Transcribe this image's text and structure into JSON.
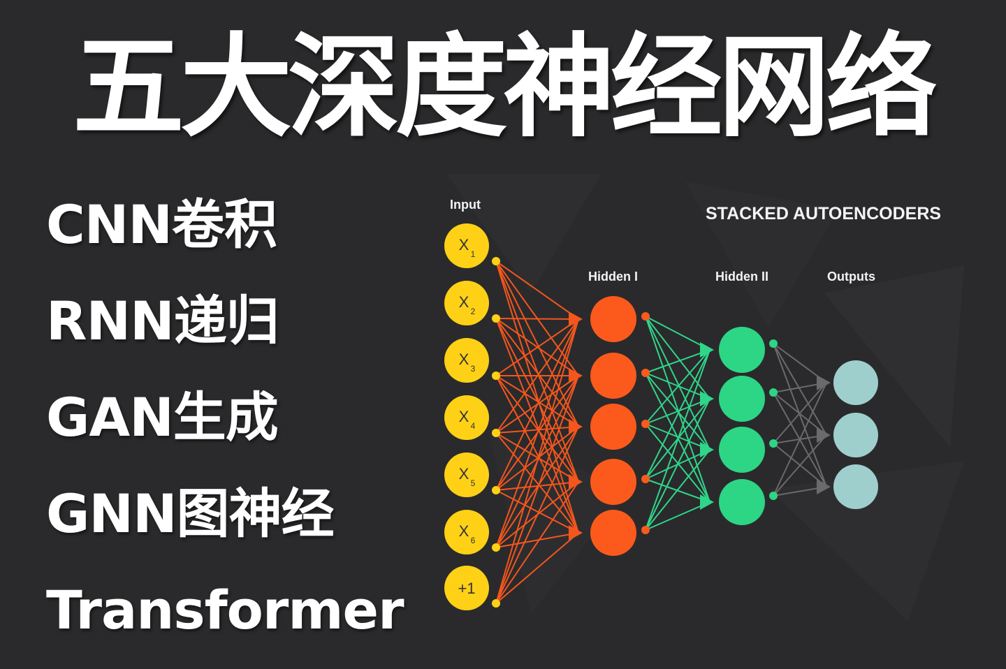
{
  "title": "五大深度神经网络",
  "network_list": [
    {
      "label": "CNN卷积"
    },
    {
      "label": "RNN递归"
    },
    {
      "label": "GAN生成"
    },
    {
      "label": "GNN图神经"
    },
    {
      "label": "Transformer"
    }
  ],
  "diagram": {
    "heading": "STACKED AUTOENCODERS",
    "layers": {
      "input": {
        "label": "Input",
        "color": "#fed116",
        "nodes": [
          "X1",
          "X2",
          "X3",
          "X4",
          "X5",
          "X6",
          "+1"
        ]
      },
      "hidden1": {
        "label": "Hidden I",
        "color": "#fb5a1c",
        "count": 5
      },
      "hidden2": {
        "label": "Hidden II",
        "color": "#2cd685",
        "count": 4
      },
      "outputs": {
        "label": "Outputs",
        "color": "#9fcfcd",
        "count": 3
      }
    },
    "edge_colors": {
      "input_to_hidden1": "#f4561d",
      "hidden1_to_hidden2": "#2fd68a",
      "hidden2_to_outputs": "#6a6a6c"
    }
  },
  "colors": {
    "background": "#2a2a2c",
    "text": "#ffffff"
  }
}
